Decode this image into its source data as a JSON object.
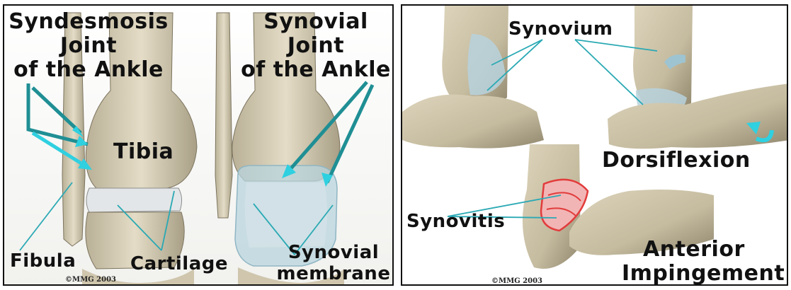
{
  "left": {
    "syndesmosis_title": [
      "Syndesmosis",
      "Joint",
      "of the Ankle"
    ],
    "synovial_title": [
      "Synovial",
      "Joint",
      "of the Ankle"
    ],
    "tibia": "Tibia",
    "fibula": "Fibula",
    "cartilage": "Cartilage",
    "synovial_membrane": [
      "Synovial",
      "membrane"
    ],
    "copyright": "©MMG 2003"
  },
  "right": {
    "synovium": "Synovium",
    "dorsiflexion": "Dorsiflexion",
    "synovitis": "Synovitis",
    "anterior_impingement": [
      "Anterior",
      "Impingement"
    ],
    "copyright": "©MMG 2003"
  },
  "colors": {
    "bone": "#d6cdb4",
    "cartilage": "#dfe4e6",
    "synovium": "#aecdd8",
    "arrow": "#2fd0e0",
    "arrow_dark": "#1f8f94",
    "inflamed": "#e23c3c"
  }
}
